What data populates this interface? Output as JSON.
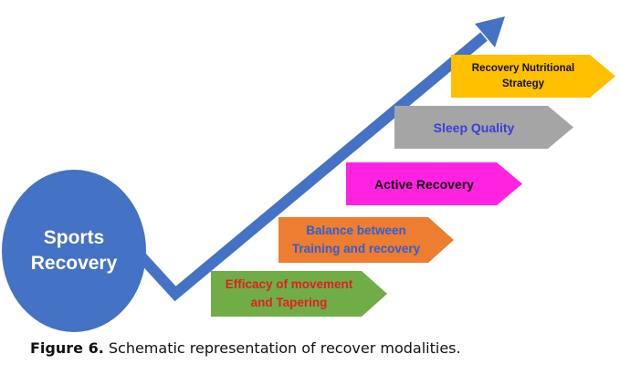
{
  "diagram": {
    "center": {
      "label": "Sports\nRecovery"
    },
    "steps": [
      {
        "label": "Efficacy of movement\nand Tapering",
        "fill": "#70ad47",
        "text_color": "#e02020"
      },
      {
        "label": "Balance between\nTraining and recovery",
        "fill": "#ed7d31",
        "text_color": "#2f5fd0"
      },
      {
        "label": "Active Recovery",
        "fill": "#ff22e0",
        "text_color": "#111111"
      },
      {
        "label": "Sleep Quality",
        "fill": "#a5a5a5",
        "text_color": "#3a3fd8"
      },
      {
        "label": "Recovery Nutritional\nStrategy",
        "fill": "#ffc000",
        "text_color": "#111111"
      }
    ],
    "arrow_color": "#4472c4"
  },
  "caption": {
    "label": "Figure 6.",
    "text": " Schematic representation of recover modalities."
  }
}
